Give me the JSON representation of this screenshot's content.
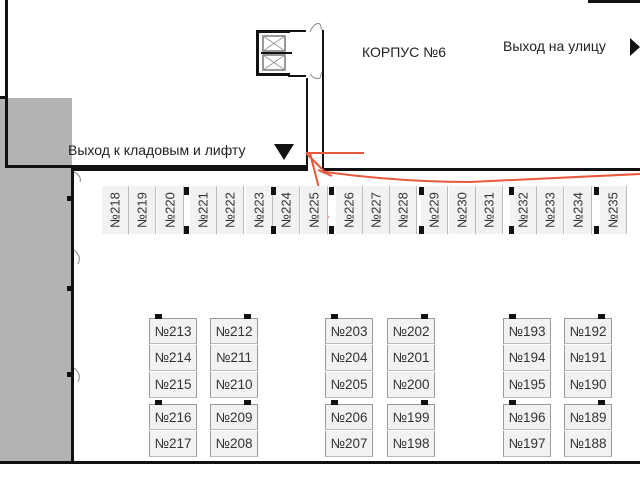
{
  "building": {
    "title": "КОРПУС №6"
  },
  "exits": {
    "street": "Выход на улицу",
    "storage_lift": "Выход к кладовым и лифту"
  },
  "colors": {
    "route": "#e8583a",
    "wall": "#111111",
    "storage_zone": "#b3b3b3",
    "unit_fill": "#f2f2f2"
  },
  "top_row_units": [
    "№218",
    "№219",
    "№220",
    "№221",
    "№222",
    "№223",
    "№224",
    "№225",
    "№226",
    "№227",
    "№228",
    "№229",
    "№230",
    "№231",
    "№232",
    "№233",
    "№234",
    "№235"
  ],
  "blocks": [
    {
      "col": "A",
      "units": [
        "№213",
        "№214",
        "№215",
        "№216",
        "№217"
      ]
    },
    {
      "col": "B",
      "units": [
        "№212",
        "№211",
        "№210",
        "№209",
        "№208"
      ]
    },
    {
      "col": "C",
      "units": [
        "№203",
        "№204",
        "№205",
        "№206",
        "№207"
      ]
    },
    {
      "col": "D",
      "units": [
        "№202",
        "№201",
        "№200",
        "№199",
        "№198"
      ]
    },
    {
      "col": "E",
      "units": [
        "№193",
        "№194",
        "№195",
        "№196",
        "№197"
      ]
    },
    {
      "col": "F",
      "units": [
        "№192",
        "№191",
        "№190",
        "№189",
        "№188"
      ]
    }
  ]
}
